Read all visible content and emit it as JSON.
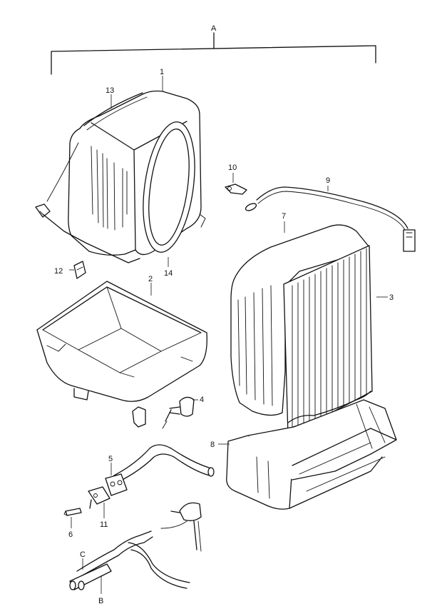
{
  "diagram": {
    "labels": {
      "A": "A",
      "B": "B",
      "C": "C",
      "p1": "1",
      "p2": "2",
      "p3": "3",
      "p4": "4",
      "p5": "5",
      "p6": "6",
      "p7": "7",
      "p8": "8",
      "p9": "9",
      "p10": "10",
      "p11": "11",
      "p12": "12",
      "p13": "13",
      "p14": "14"
    }
  }
}
